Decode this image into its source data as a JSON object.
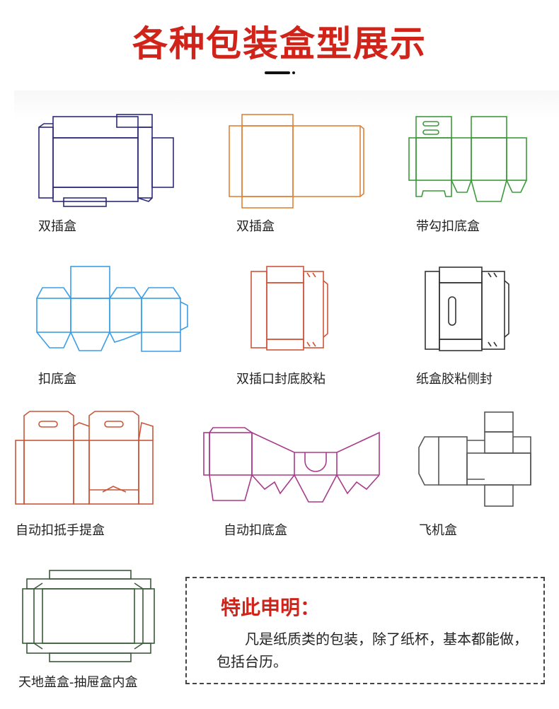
{
  "title": "各种包装盒型展示",
  "boxes": [
    {
      "label": "双插盒",
      "color": "#2b2a7a"
    },
    {
      "label": "双插盒",
      "color": "#e0823a"
    },
    {
      "label": "带勾扣底盒",
      "color": "#3d9a3a"
    },
    {
      "label": "扣底盒",
      "color": "#3a9ee8"
    },
    {
      "label": "双插口封底胶粘",
      "color": "#d0553a"
    },
    {
      "label": "纸盒胶粘侧封",
      "color": "#333333"
    },
    {
      "label": "自动扣抵手提盒",
      "color": "#c8563a"
    },
    {
      "label": "自动扣底盒",
      "color": "#a83a8a"
    },
    {
      "label": "飞机盒",
      "color": "#555555"
    },
    {
      "label": "天地盖盒-抽屉盒内盒",
      "color": "#3a5a3a"
    }
  ],
  "notice": {
    "heading": "特此申明：",
    "body": "凡是纸质类的包装，除了纸杯，基本都能做，包括台历。"
  }
}
